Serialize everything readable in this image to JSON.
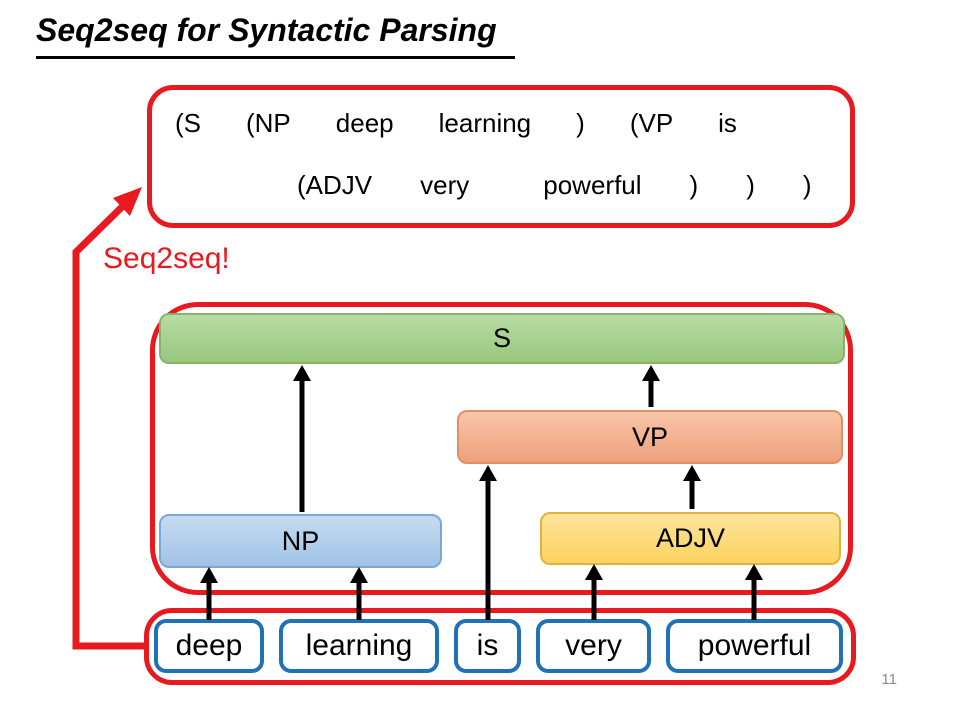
{
  "slide": {
    "title": "Seq2seq for Syntactic Parsing",
    "page_number": "11"
  },
  "annotation": {
    "label": "Seq2seq!"
  },
  "sequence_box": {
    "line1": [
      "(S",
      "(NP",
      "deep",
      "learning",
      ")",
      "(VP",
      "is"
    ],
    "line2": [
      "(ADJV",
      "very",
      "powerful",
      ")",
      ")",
      ")"
    ]
  },
  "tree": {
    "nodes": [
      {
        "id": "S",
        "label": "S"
      },
      {
        "id": "VP",
        "label": "VP"
      },
      {
        "id": "NP",
        "label": "NP"
      },
      {
        "id": "ADJV",
        "label": "ADJV"
      }
    ],
    "edges": [
      {
        "from": "deep",
        "to": "NP"
      },
      {
        "from": "learning",
        "to": "NP"
      },
      {
        "from": "is",
        "to": "VP"
      },
      {
        "from": "very",
        "to": "ADJV"
      },
      {
        "from": "powerful",
        "to": "ADJV"
      },
      {
        "from": "NP",
        "to": "S"
      },
      {
        "from": "ADJV",
        "to": "VP"
      },
      {
        "from": "VP",
        "to": "S"
      }
    ]
  },
  "words": [
    "deep",
    "learning",
    "is",
    "very",
    "powerful"
  ],
  "colors": {
    "red": "#e8191f",
    "word_border": "#1f72b8",
    "green_top": "#b9dca6",
    "green_bottom": "#98c77e",
    "green_border": "#85b36a",
    "blue_top": "#c6dbf0",
    "blue_bottom": "#9fc3e7",
    "blue_border": "#7aa7d4",
    "orange_top": "#f8c5a8",
    "orange_bottom": "#efa07c",
    "orange_border": "#e08f66",
    "yellow_top": "#fde49c",
    "yellow_bottom": "#fbd35f",
    "yellow_border": "#dfb43c",
    "page_gray": "#8a8a8a",
    "arrow_black": "#000000"
  }
}
